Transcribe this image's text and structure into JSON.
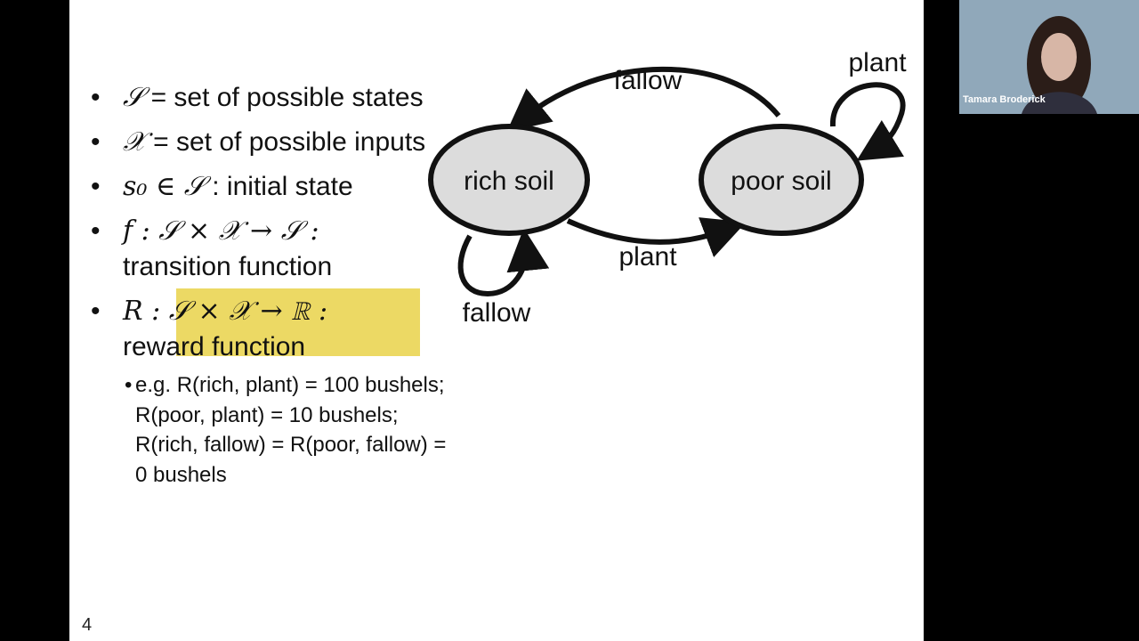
{
  "bullets": [
    {
      "lead": "𝒮",
      "text": " = set of possible states"
    },
    {
      "lead": "𝒳",
      "text": " = set of possible inputs"
    },
    {
      "lead": "s₀ ∈ 𝒮",
      "text": " : initial state"
    },
    {
      "lead": "f : 𝒮 × 𝒳 → 𝒮 :",
      "text": "transition function"
    },
    {
      "lead": "R : 𝒮 × 𝒳 → ℝ :",
      "text": "reward function"
    }
  ],
  "sub_bullet": "e.g. R(rich, plant) = 100 bushels; R(poor, plant) = 10 bushels; R(rich, fallow) = R(poor, fallow) = 0 bushels",
  "page_number": "4",
  "diagram": {
    "state_rich": "rich soil",
    "state_poor": "poor soil",
    "edge_fallow_top": "fallow",
    "edge_plant_self_poor": "plant",
    "edge_plant_bottom": "plant",
    "edge_fallow_self_rich": "fallow"
  },
  "video": {
    "participant_name": "Tamara Broderick"
  }
}
